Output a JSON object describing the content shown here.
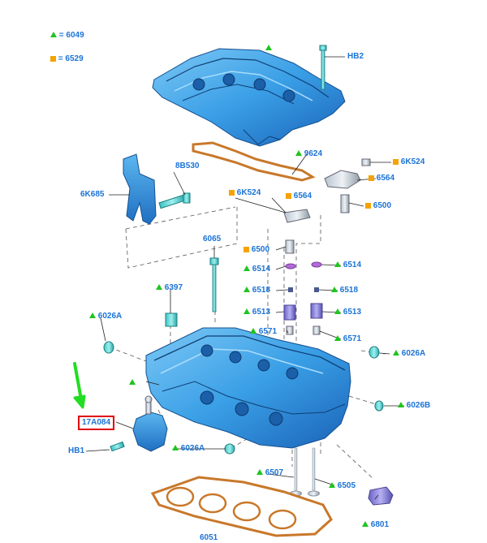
{
  "legend": {
    "triangle_symbol_label": "= 6049",
    "square_symbol_label": "= 6529"
  },
  "colors": {
    "part_blue": "#3aa0e8",
    "part_dark": "#1a5fa8",
    "gasket": "#c8782a",
    "label_text": "#1b73d6",
    "triangle_marker": "#1fc41f",
    "square_marker": "#f5a300",
    "highlight_box": "#e00000",
    "pointer_arrow": "#22dd22"
  },
  "labels": {
    "hb2": "HB2",
    "p9624": "9624",
    "p6k524_right": "6K524",
    "p6564_right": "6564",
    "p6500_right": "6500",
    "p8b530": "8B530",
    "p6k685": "6K685",
    "p6k524_left": "6K524",
    "p6564_left": "6564",
    "p6065": "6065",
    "p6500_left": "6500",
    "p6514_left": "6514",
    "p6514_right": "6514",
    "p6518_left": "6518",
    "p6518_right": "6518",
    "p6397": "6397",
    "p6513_left": "6513",
    "p6513_right": "6513",
    "p6026a_left": "6026A",
    "p6571_left": "6571",
    "p6571_right": "6571",
    "p6026a_right": "6026A",
    "p17a084": "17A084",
    "p6026b": "6026B",
    "hb1": "HB1",
    "p6026a_bottom": "6026A",
    "p6507": "6507",
    "p6505": "6505",
    "p6801": "6801",
    "p6051": "6051"
  }
}
